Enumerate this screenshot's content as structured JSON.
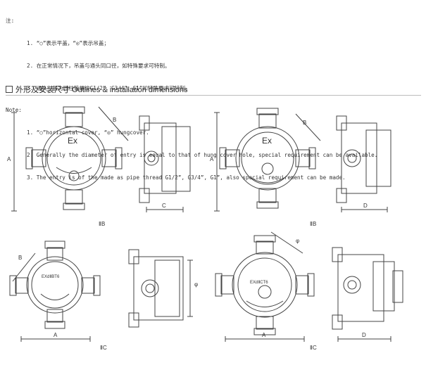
{
  "notes": {
    "zh_heading": "注:",
    "zh": [
      "1. “○”表示平盖，“◎”表示吊盖；",
      "2. 在正常情况下，吊盖与通头同口径，如特殊要求可特制。",
      "3. 通头一般为圆柱管螺纹G1/2”、G3/4”、G1”如特殊要求可特制。"
    ],
    "en_heading": "Note:",
    "en": [
      "1. “○”horizontal cover, “◎” hungcover.",
      "2. Generally the diameter of entry is equal to that of hung cover hole, special requirement can be available.",
      "3. The entry is of the made as pipe thread G1/2”, G3/4”, G1”, also special requirement can be made."
    ]
  },
  "section": {
    "title": "外形及安装尺寸 Outlines & installation dimensions"
  },
  "figures": [
    {
      "caption": "ⅡB",
      "cover_mark": "Ex"
    },
    {
      "caption": "ⅡB",
      "cover_mark": "Ex"
    },
    {
      "caption": "ⅡC",
      "cover_mark": "EXdⅡBT6"
    },
    {
      "caption": "ⅡC",
      "cover_mark": "EXdⅡCT6"
    }
  ],
  "dims": {
    "a": "A",
    "b": "B",
    "c": "C",
    "d": "D",
    "phi": "φ"
  },
  "colors": {
    "line": "#444444",
    "text": "#333333"
  }
}
